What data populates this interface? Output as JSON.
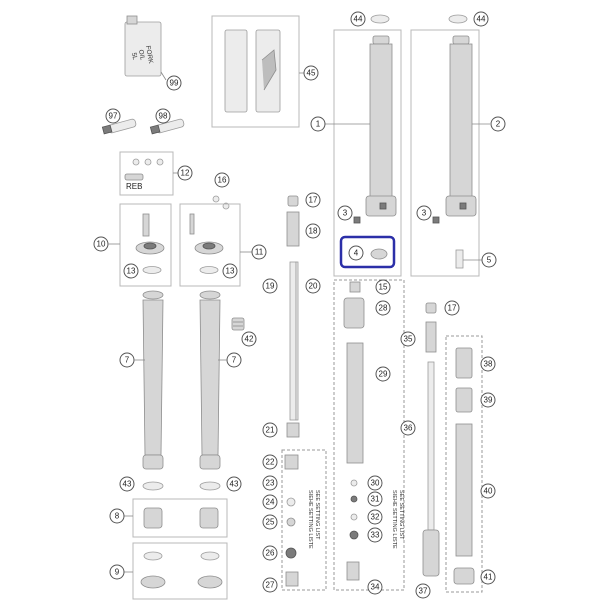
{
  "callouts": {
    "c1": "1",
    "c2": "2",
    "c3a": "3",
    "c3b": "3",
    "c4": "4",
    "c5": "5",
    "c7a": "7",
    "c7b": "7",
    "c8": "8",
    "c9": "9",
    "c10": "10",
    "c11": "11",
    "c12": "12",
    "c13a": "13",
    "c13b": "13",
    "c15": "15",
    "c16": "16",
    "c17a": "17",
    "c17b": "17",
    "c18": "18",
    "c19": "19",
    "c20": "20",
    "c21": "21",
    "c22": "22",
    "c23": "23",
    "c24": "24",
    "c25": "25",
    "c26": "26",
    "c27": "27",
    "c28": "28",
    "c29": "29",
    "c30": "30",
    "c31": "31",
    "c32": "32",
    "c33": "33",
    "c34": "34",
    "c35": "35",
    "c36": "36",
    "c37": "37",
    "c38": "38",
    "c39": "39",
    "c40": "40",
    "c41": "41",
    "c42": "42",
    "c43a": "43",
    "c43b": "43",
    "c44a": "44",
    "c44b": "44",
    "c45": "45",
    "c97": "97",
    "c98": "98",
    "c99": "99"
  },
  "labels": {
    "oil_can_line1": "FORK",
    "oil_can_line2": "OIL",
    "oil_can_line3": "5L",
    "reb": "REB",
    "setting_note_a1": "SIEHE SETTING LISTE",
    "setting_note_a2": "SEE SETTING LIST",
    "setting_note_b1": "SIEHE SETTING LISTE",
    "setting_note_b2": "SEE SETTING LIST"
  },
  "colors": {
    "highlight": "#2b2fa8"
  }
}
